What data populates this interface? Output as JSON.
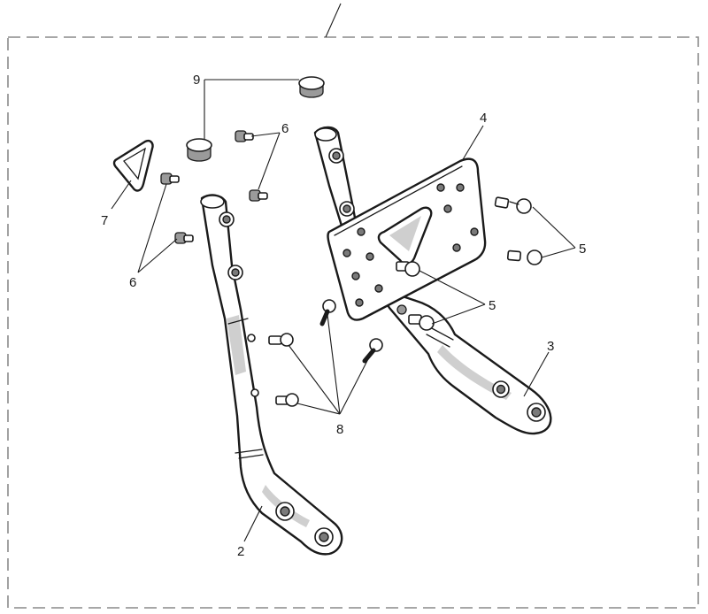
{
  "callouts": {
    "c2": "2",
    "c3": "3",
    "c4": "4",
    "c5a": "5",
    "c5b": "5",
    "c6a": "6",
    "c6b": "6",
    "c7": "7",
    "c8": "8",
    "c9": "9"
  }
}
